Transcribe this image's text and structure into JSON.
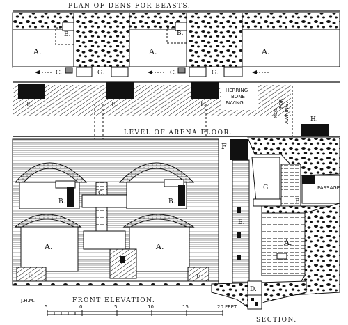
{
  "title": "PLAN OF DENS FOR BEASTS.",
  "arena_label": "LEVEL OF ARENA FLOOR.",
  "front_elevation_label": "FRONT ELEVATION.",
  "section_label": "SECTION.",
  "signature": "J.H.M.",
  "paving_label": [
    "HERRING",
    "BONE",
    "PAVING"
  ],
  "mast_label": [
    "MAST",
    "FOR",
    "AWNING."
  ],
  "passage_label": "PASSAGE",
  "letters": {
    "a": "A.",
    "b": "B.",
    "c": "C.",
    "e": "E.",
    "f": "F",
    "g": "G.",
    "h": "H.",
    "d": "D."
  },
  "scale": {
    "ticks": [
      "5.",
      "0.",
      "5.",
      "10.",
      "15.",
      "20 FEET"
    ]
  }
}
